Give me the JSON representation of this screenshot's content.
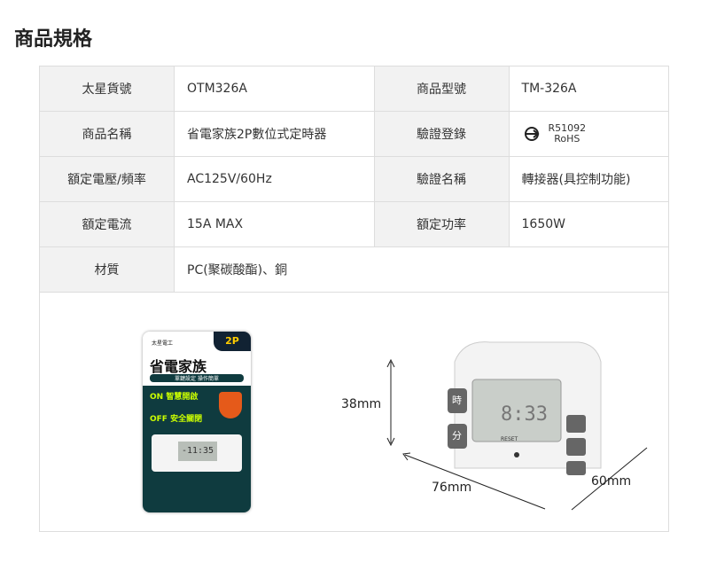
{
  "heading": "商品規格",
  "rows": [
    {
      "l1": "太星貨號",
      "v1": "OTM326A",
      "l2": "商品型號",
      "v2": "TM-326A"
    },
    {
      "l1": "商品名稱",
      "v1": "省電家族2P數位式定時器",
      "l2": "驗證登錄",
      "v2a": "R51092",
      "v2b": "RoHS"
    },
    {
      "l1": "額定電壓/頻率",
      "v1": "AC125V/60Hz",
      "l2": "驗證名稱",
      "v2": "轉接器(具控制功能)"
    },
    {
      "l1": "額定電流",
      "v1": "15A MAX",
      "l2": "額定功率",
      "v2": "1650W"
    },
    {
      "l1": "材質",
      "v1": "PC(聚碳酸酯)、銅"
    }
  ],
  "package": {
    "brand": "太星電工",
    "badge": "2P",
    "title": "省電家族",
    "subtitle": "單鍵設定 操作簡單",
    "on": "ON 智慧開啟",
    "off": "OFF 安全關閉",
    "display": "-11:35"
  },
  "device": {
    "display": "8:33",
    "btn_hour": "時",
    "btn_min": "分",
    "reset": "RESET"
  },
  "dimensions": {
    "height": "38mm",
    "width": "76mm",
    "depth": "60mm"
  }
}
